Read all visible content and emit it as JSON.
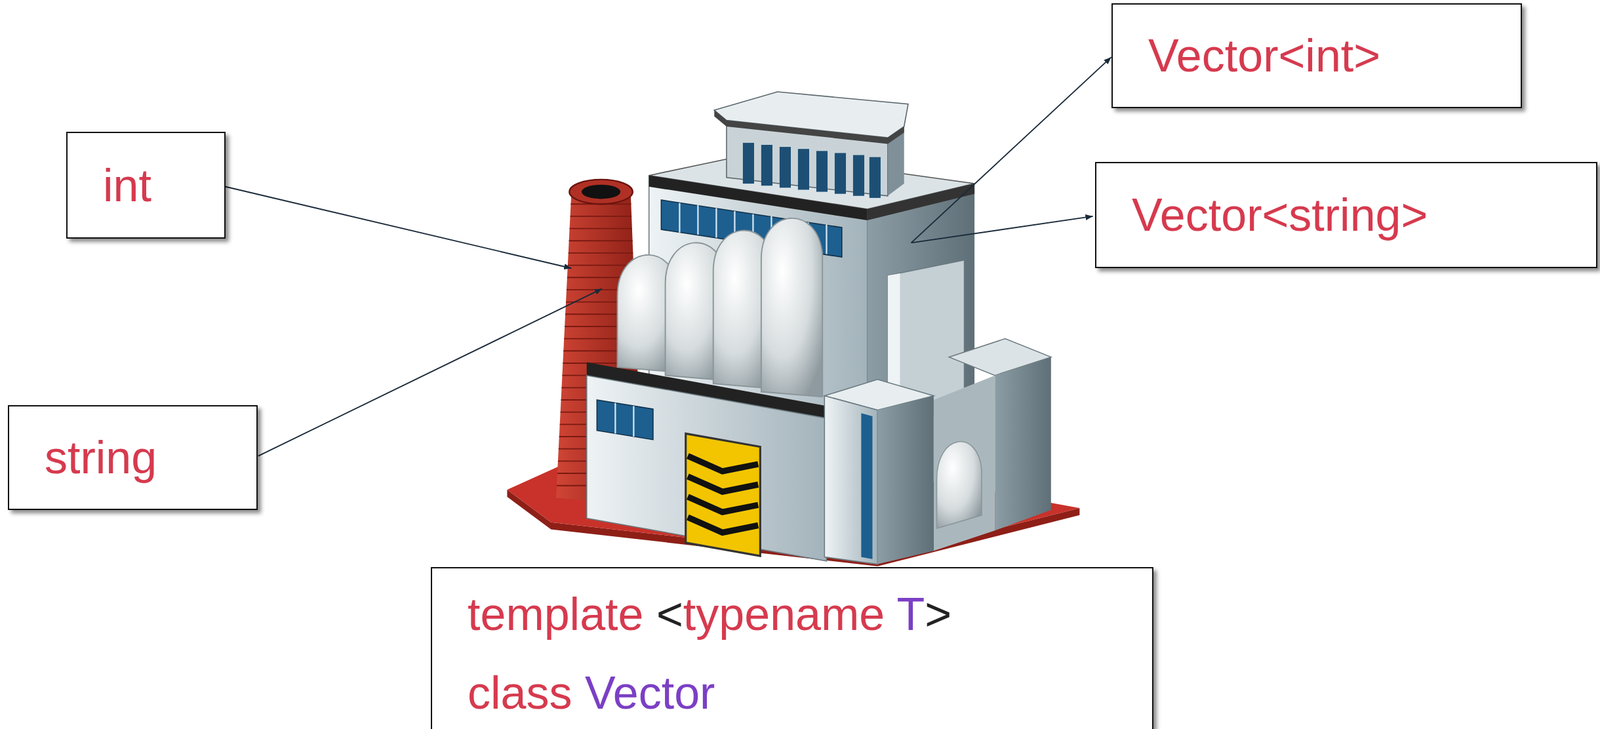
{
  "diagram": {
    "nodes": [
      {
        "text": [
          "Vector<int>"
        ]
      },
      {
        "text": [
          "int"
        ]
      },
      {
        "text": [
          "Vector<string>"
        ]
      },
      {
        "text": [
          "string"
        ]
      },
      {
        "text": [
          "template <typename T> class Vector"
        ]
      }
    ]
  }
}
